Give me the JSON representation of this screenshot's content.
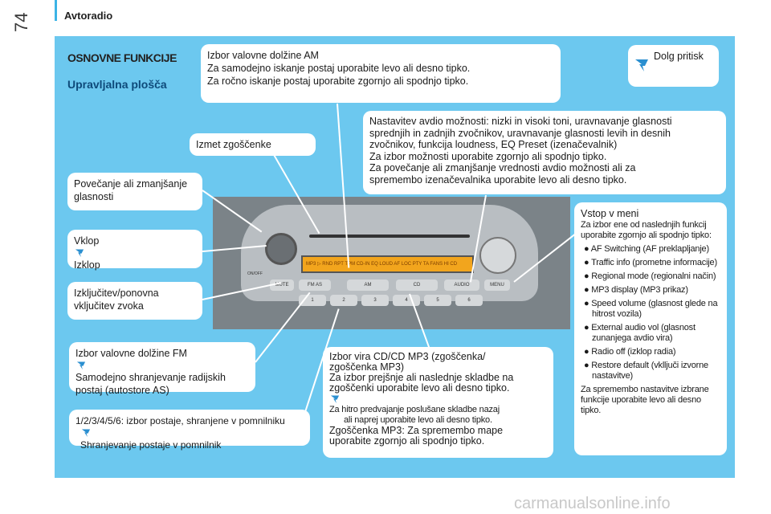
{
  "page_number": "74",
  "chapter": "Avtoradio",
  "title": "OSNOVNE FUNKCIJE",
  "subtitle": "Upravljalna plošča",
  "callouts": {
    "long_press": "Dolg pritisk",
    "am": [
      "Izbor valovne dolžine AM",
      "Za samodejno iskanje postaj uporabite levo ali desno tipko.",
      "Za ročno iskanje postaj uporabite zgornjo ali spodnjo tipko."
    ],
    "audio": [
      "Nastavitev avdio možnosti: nizki in visoki toni, uravnavanje glasnosti",
      "sprednjih in zadnjih zvočnikov, uravnavanje glasnosti levih in desnih",
      "zvočnikov, funkcija loudness, EQ Preset (izenačevalnik)",
      "Za izbor možnosti uporabite zgornjo ali spodnjo tipko.",
      "Za povečanje ali zmanjšanje vrednosti avdio možnosti ali za",
      "spremembo izenačevalnika uporabite levo ali desno tipko."
    ],
    "eject": "Izmet zgoščenke",
    "volume": [
      "Povečanje ali zmanjšanje",
      "glasnosti"
    ],
    "power": [
      "Vklop",
      "Izklop"
    ],
    "mute": [
      "Izključitev/ponovna",
      "vključitev zvoka"
    ],
    "fm": [
      "Izbor valovne dolžine FM",
      "Samodejno shranjevanje radijskih",
      "postaj (autostore AS)"
    ],
    "presets": [
      "1/2/3/4/5/6: izbor postaje, shranjene v pomnilniku",
      "Shranjevanje postaje v pomnilnik"
    ],
    "cd": [
      "Izbor vira CD/CD MP3 (zgoščenka/",
      "zgoščenka MP3)",
      "Za izbor prejšnje ali naslednje skladbe na",
      "zgoščenki uporabite levo ali desno tipko.",
      "Za hitro predvajanje poslušane skladbe nazaj",
      "ali naprej uporabite levo ali desno tipko.",
      "Zgoščenka MP3: Za spremembo mape",
      "uporabite zgornjo ali spodnjo tipko."
    ],
    "menu": {
      "heading": "Vstop v meni",
      "intro": "Za izbor ene od naslednjih funkcij uporabite zgornjo ali spodnjo tipko:",
      "items": [
        "AF Switching (AF preklapljanje)",
        "Traffic info (prometne informacije)",
        "Regional mode (regionalni način)",
        "MP3 display (MP3 prikaz)",
        "Speed volume (glasnost glede na hitrost vozila)",
        "External audio vol (glasnost zunanjega avdio vira)",
        "Radio off (izklop radia)",
        "Restore default (vklljuči izvorne nastavitve)"
      ],
      "outro": "Za spremembo nastavitve izbrane funkcije uporabite levo ali desno tipko."
    }
  },
  "radio": {
    "display_text": "MP3  ▷  RND  RPT  TPM  CD-IN  EQ  LOUD  AF  LOC  PTY  TA  FANS  HI  CD",
    "buttons": [
      "MUTE",
      "FM AS",
      "AM",
      "CD",
      "AUDIO",
      "MENU"
    ],
    "presets": [
      "1",
      "2",
      "3",
      "4",
      "5",
      "6"
    ],
    "onoff": "ON/OFF"
  },
  "colors": {
    "panel": "#6cc8ef",
    "accent": "#3cb4e6",
    "display": "#f2a51d"
  },
  "watermark": "carmanualsonline.info"
}
